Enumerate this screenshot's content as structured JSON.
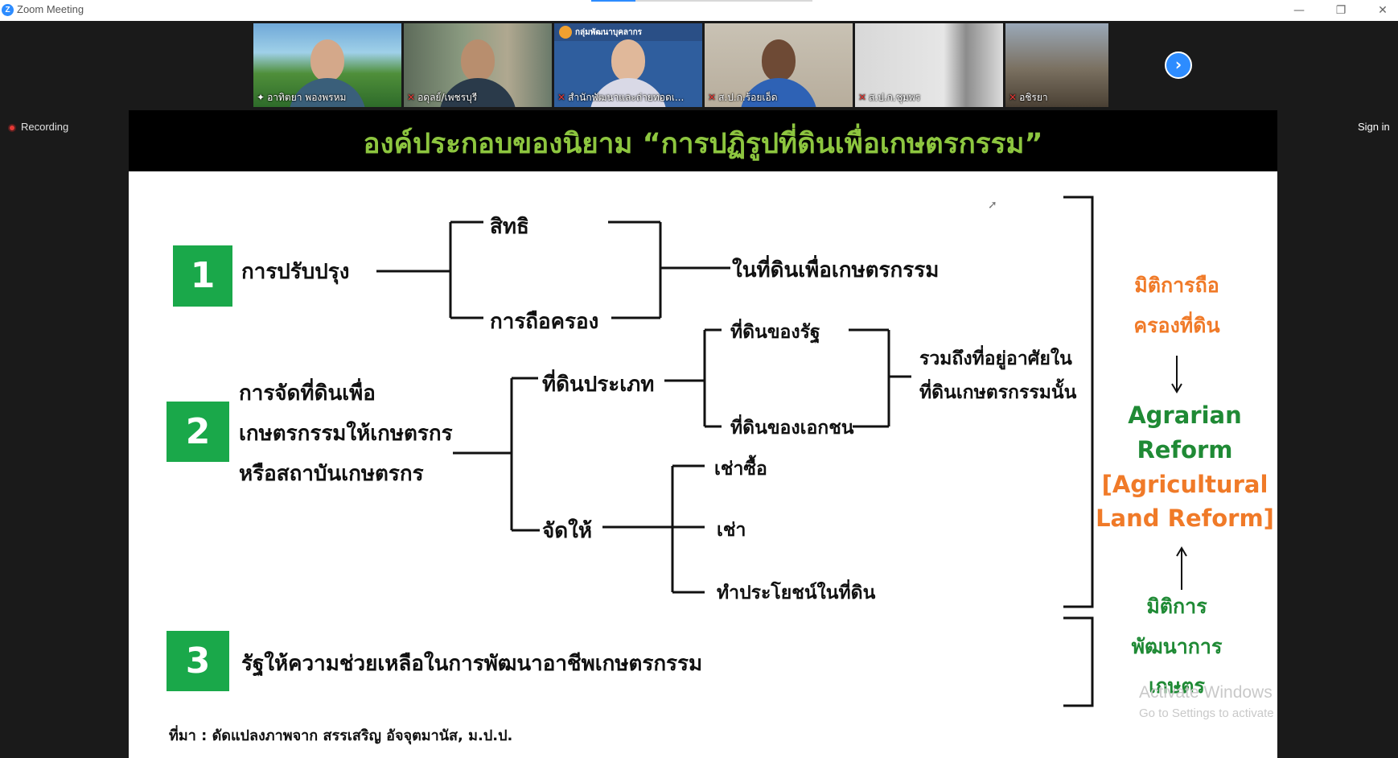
{
  "window": {
    "title": "Zoom Meeting",
    "app_icon": "Z",
    "minimize": "—",
    "restore": "❐",
    "close": "✕"
  },
  "participants": [
    {
      "name": "อาทิตยา พองพรหม",
      "status_icon": "pin-icon"
    },
    {
      "name": "อดุลย์/เพชรบุรี",
      "status_icon": "mic-muted-icon"
    },
    {
      "name": "สำนักพัฒนาและถ่ายทอดเ...",
      "status_icon": "mic-muted-icon",
      "bg_text": "กลุ่มพัฒนาบุคลากร"
    },
    {
      "name": "ส.ป.ก.ร้อยเอ็ด",
      "status_icon": "mic-muted-icon"
    },
    {
      "name": "ส.ป.ก.ชุมพร",
      "status_icon": "mic-muted-icon"
    },
    {
      "name": "อชิรยา",
      "status_icon": "mic-muted-icon"
    }
  ],
  "strip": {
    "next_icon": "›"
  },
  "recording": {
    "label": "Recording"
  },
  "signin": {
    "label": "Sign in"
  },
  "slide": {
    "title": "องค์ประกอบของนิยาม “การปฏิรูปที่ดินเพื่อเกษตรกรรม”",
    "item1": {
      "number": "1",
      "text": "การปรับปรุง",
      "branch_a": "สิทธิ",
      "branch_b": "การถือครอง",
      "result": "ในที่ดินเพื่อเกษตรกรรม"
    },
    "item2": {
      "number": "2",
      "line1": "การจัดที่ดินเพื่อ",
      "line2": "เกษตรกรรมให้เกษตรกร",
      "line3": "หรือสถาบันเกษตรกร",
      "type_label": "ที่ดินประเภท",
      "type_a": "ที่ดินของรัฐ",
      "type_b": "ที่ดินของเอกชน",
      "include_1": "รวมถึงที่อยู่อาศัยใน",
      "include_2": "ที่ดินเกษตรกรรมนั้น",
      "allot_label": "จัดให้",
      "allot_a": "เช่าซื้อ",
      "allot_b": "เช่า",
      "allot_c": "ทำประโยชน์ในที่ดิน"
    },
    "item3": {
      "number": "3",
      "text": "รัฐให้ความช่วยเหลือในการพัฒนาอาชีพเกษตรกรรม"
    },
    "side": {
      "dim1_line1": "มิติการถือ",
      "dim1_line2": "ครองที่ดิน",
      "arrow_down": "↓",
      "ar1": "Agrarian",
      "ar2": "Reform",
      "ar3": "[Agricultural",
      "ar4": "Land Reform]",
      "arrow_up": "↑",
      "dim2_line1": "มิติการ",
      "dim2_line2": "พัฒนาการ",
      "dim2_line3": "เกษตร"
    },
    "source": "ที่มา : ดัดแปลงภาพจาก สรรเสริญ อัจจุตมานัส, ม.ป.ป."
  },
  "watermark": {
    "line1": "Activate Windows",
    "line2": "Go to Settings to activate Windows."
  },
  "colors": {
    "zoom_blue": "#2d8cff",
    "title_green": "#8dc63f",
    "badge_green": "#1aa84a",
    "orange": "#f07a28",
    "green_text": "#1f8a35",
    "muted_red": "#e53935"
  }
}
